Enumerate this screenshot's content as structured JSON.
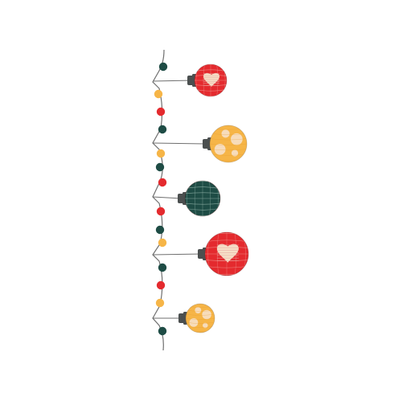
{
  "illustration": {
    "subject": "garland",
    "colors": {
      "background": "#ffffff",
      "string": "#6f6f6f",
      "red": "#e42a2e",
      "yellow": "#f6b547",
      "green": "#1e4c45",
      "cap": "#4b4f4f",
      "pattern_light": "#f6dfc6"
    },
    "beads": [
      {
        "color": "green"
      },
      {
        "color": "yellow"
      },
      {
        "color": "red"
      },
      {
        "color": "green"
      },
      {
        "color": "yellow"
      },
      {
        "color": "green"
      },
      {
        "color": "red"
      },
      {
        "color": "red"
      },
      {
        "color": "green"
      },
      {
        "color": "yellow"
      },
      {
        "color": "green"
      },
      {
        "color": "red"
      },
      {
        "color": "yellow"
      },
      {
        "color": "green"
      }
    ],
    "ornaments": [
      {
        "color": "red",
        "pattern": "heart-stripes"
      },
      {
        "color": "yellow",
        "pattern": "dots"
      },
      {
        "color": "green",
        "pattern": "stripes"
      },
      {
        "color": "red",
        "pattern": "heart-stripes"
      },
      {
        "color": "yellow",
        "pattern": "dots"
      }
    ]
  }
}
